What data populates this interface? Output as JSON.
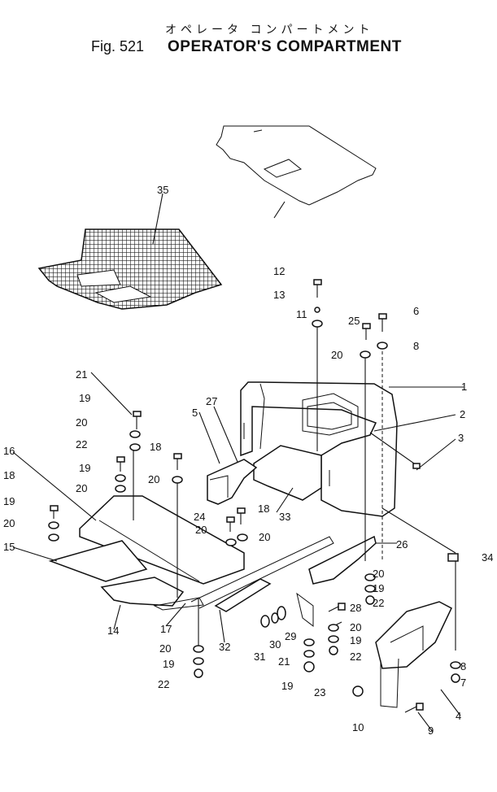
{
  "header": {
    "title_jp": "オペレータ コンパートメント",
    "fig_label": "Fig. 521",
    "title_en": "OPERATOR'S COMPARTMENT"
  },
  "callouts": [
    "1",
    "2",
    "3",
    "4",
    "5",
    "6",
    "7",
    "8",
    "8",
    "9",
    "10",
    "11",
    "12",
    "13",
    "14",
    "15",
    "16",
    "17",
    "18",
    "18",
    "18",
    "19",
    "19",
    "19",
    "19",
    "19",
    "19",
    "19",
    "20",
    "20",
    "20",
    "20",
    "20",
    "20",
    "20",
    "20",
    "20",
    "20",
    "21",
    "21",
    "22",
    "22",
    "22",
    "22",
    "23",
    "24",
    "25",
    "26",
    "27",
    "28",
    "29",
    "30",
    "31",
    "32",
    "33",
    "34",
    "35"
  ]
}
